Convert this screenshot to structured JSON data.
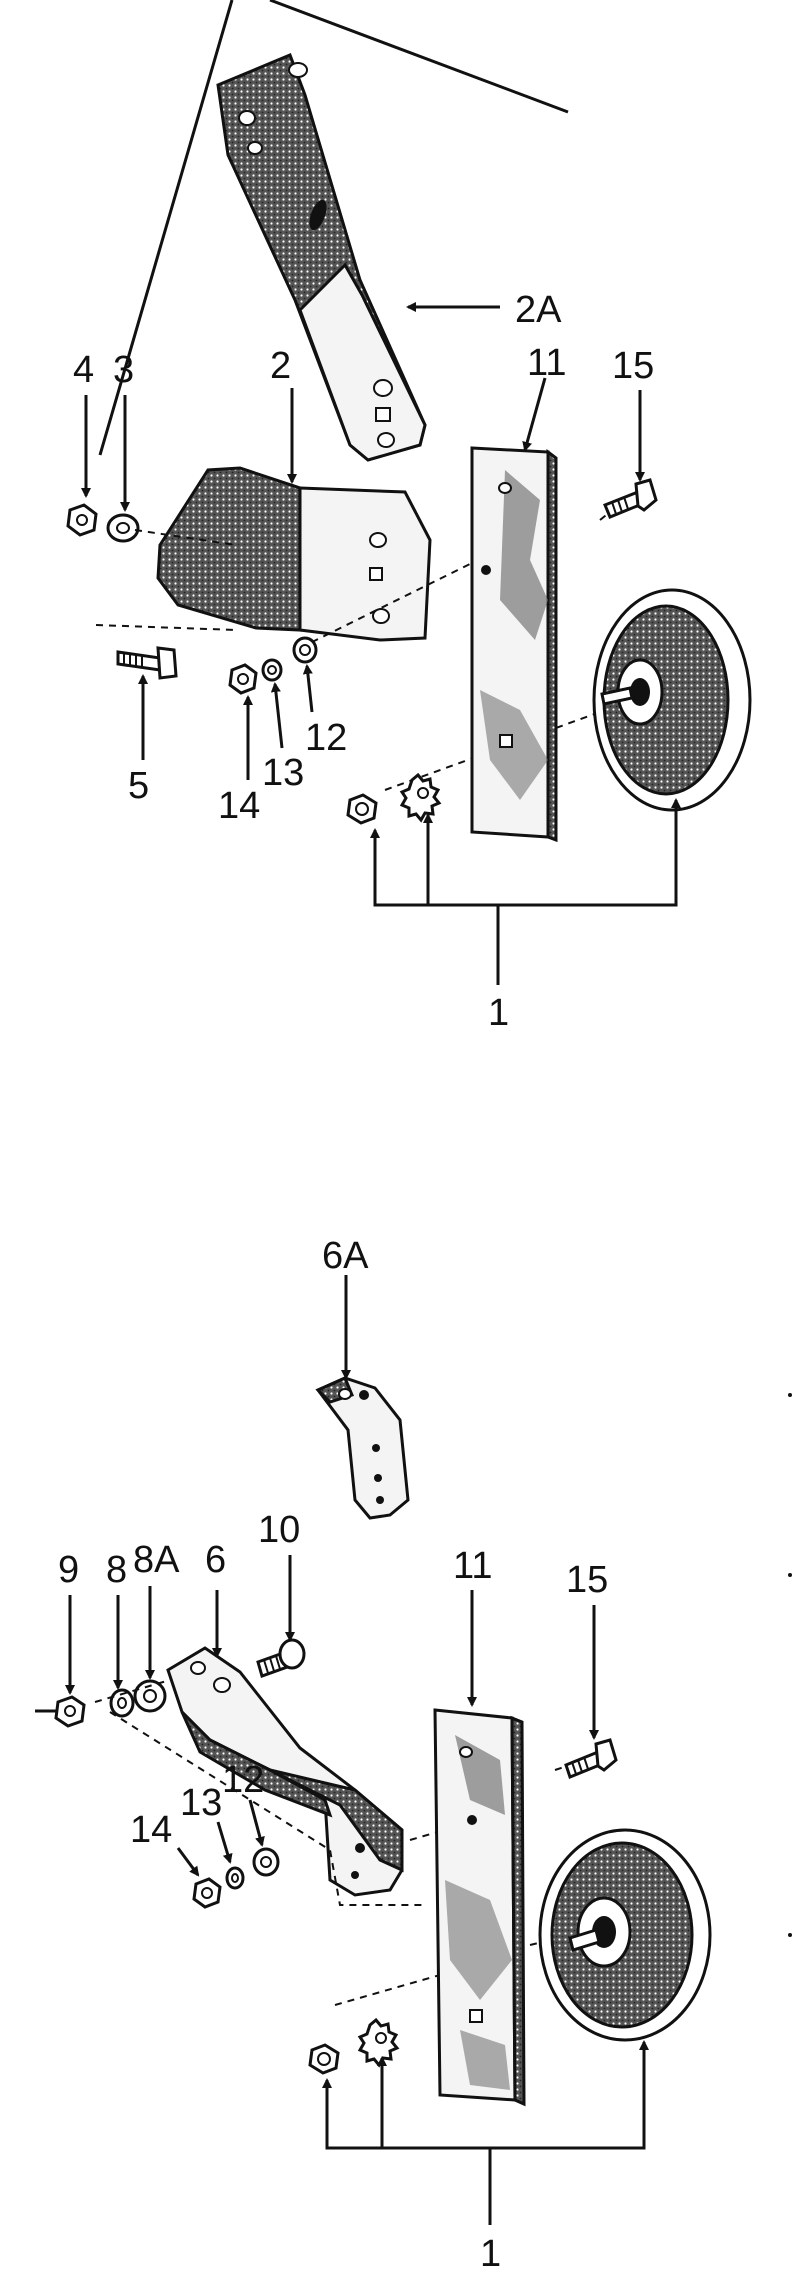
{
  "upper_assembly": {
    "labels": {
      "plate_2a": "2A",
      "bracket_2": "2",
      "nut_4": "4",
      "washer_3": "3",
      "bolt_5": "5",
      "washer_12": "12",
      "lockwasher_13": "13",
      "nut_14": "14",
      "plate_11": "11",
      "bolt_15": "15",
      "wheel_1": "1"
    }
  },
  "lower_assembly": {
    "labels": {
      "bracket_6a": "6A",
      "nut_9": "9",
      "washer_8": "8",
      "washer_8a": "8A",
      "bracket_6": "6",
      "bolt_10": "10",
      "plate_11": "11",
      "bolt_15": "15",
      "washer_12": "12",
      "lockwasher_13": "13",
      "nut_14": "14",
      "wheel_1": "1"
    }
  },
  "colors": {
    "ink": "#111111",
    "paper": "#ffffff"
  }
}
